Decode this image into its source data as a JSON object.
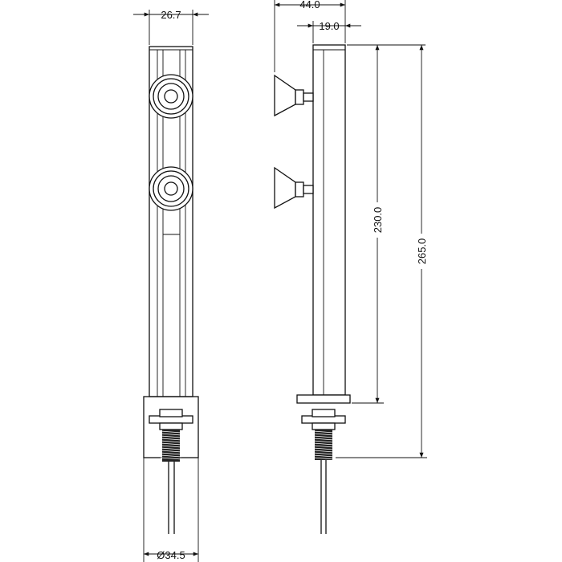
{
  "dimensions": {
    "front_width": "26.7",
    "side_total_width": "44.0",
    "side_bar_width": "19.0",
    "inner_height": "230.0",
    "total_height": "265.0",
    "base_diameter": "Ø34.5"
  }
}
